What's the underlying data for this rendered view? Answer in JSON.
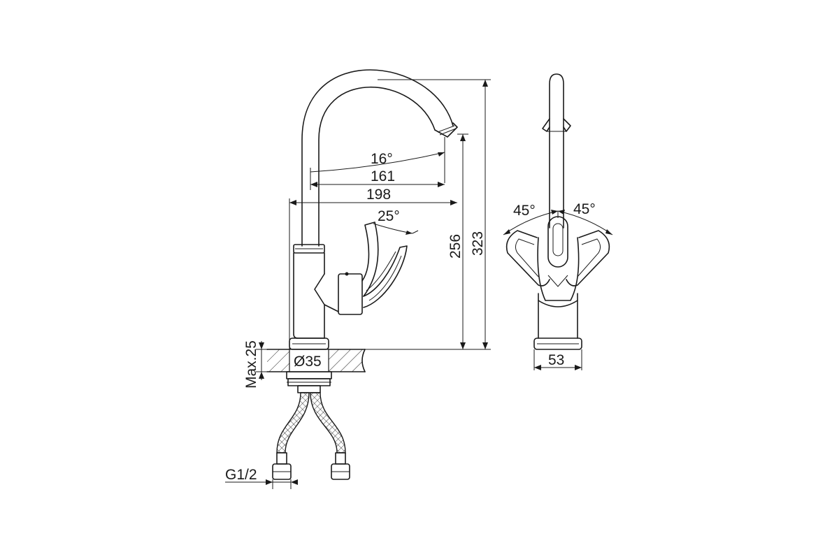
{
  "dimensions": {
    "angle_spout": "16°",
    "reach_161": "161",
    "reach_198": "198",
    "angle_lever": "25°",
    "height_256": "256",
    "height_323": "323",
    "max_thickness": "Max.25",
    "diameter": "Ø35",
    "thread": "G1/2",
    "angle_left": "45°",
    "angle_right": "45°",
    "base_width": "53"
  }
}
